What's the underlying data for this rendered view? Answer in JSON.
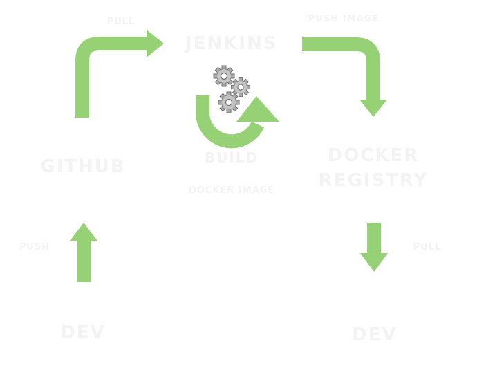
{
  "nodes": {
    "jenkins": "JENKINS",
    "github": "GITHUB",
    "docker_registry_line1": "DOCKER",
    "docker_registry_line2": "REGISTRY",
    "dev_left": "DEV",
    "dev_right": "DEV"
  },
  "center": {
    "title": "BUILD",
    "subtitle": "DOCKER IMAGE"
  },
  "edges": {
    "github_to_jenkins": "PULL",
    "jenkins_to_registry": "PUSH IMAGE",
    "dev_to_github": "PUSH",
    "registry_to_dev": "PULL"
  },
  "colors": {
    "arrow": "#96d275",
    "label": "#f3f3f3",
    "gear": "#9a9a9a"
  }
}
